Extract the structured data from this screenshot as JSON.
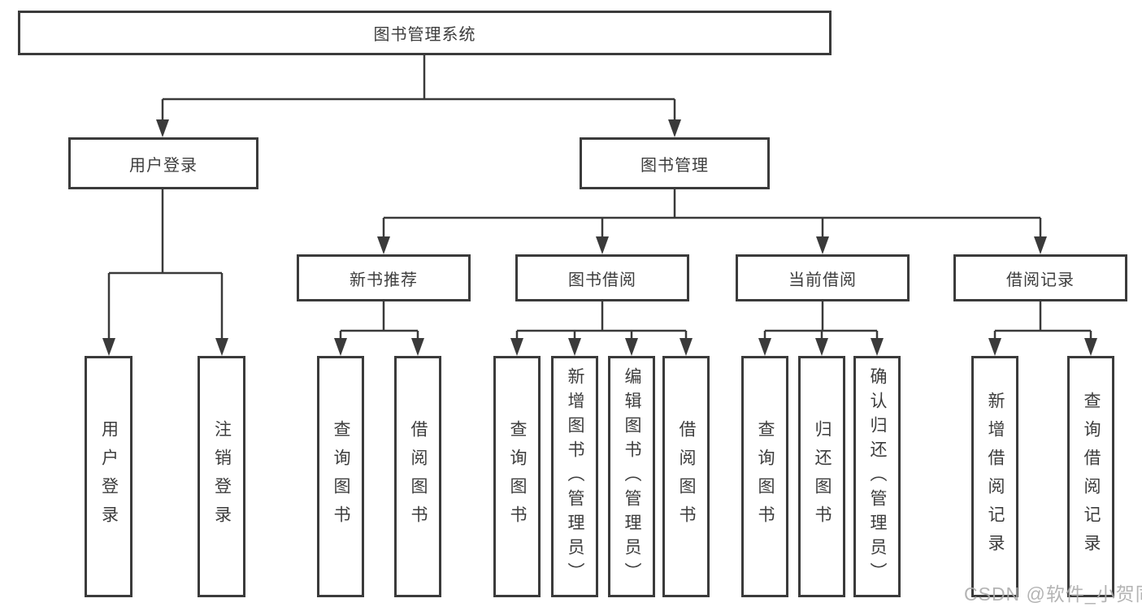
{
  "diagram": {
    "title": "图书管理系统",
    "type": "hierarchy-tree"
  },
  "nodes": {
    "root": {
      "label": "图书管理系统"
    },
    "user_login_branch": {
      "label": "用户登录"
    },
    "book_mgmt_branch": {
      "label": "图书管理"
    },
    "new_book_rec": {
      "label": "新书推荐"
    },
    "book_borrow": {
      "label": "图书借阅"
    },
    "current_borrow": {
      "label": "当前借阅"
    },
    "borrow_records": {
      "label": "借阅记录"
    },
    "leaves": {
      "user_login": {
        "label": "用户登录"
      },
      "logout": {
        "label": "注销登录"
      },
      "query_book_rec": {
        "label": "查询图书"
      },
      "borrow_book_rec": {
        "label": "借阅图书"
      },
      "query_book_borrow": {
        "label": "查询图书"
      },
      "add_book_admin": {
        "label": "新增图书（管理员）"
      },
      "edit_book_admin": {
        "label": "编辑图书（管理员）"
      },
      "borrow_book_borrow": {
        "label": "借阅图书"
      },
      "query_book_current": {
        "label": "查询图书"
      },
      "return_book": {
        "label": "归还图书"
      },
      "confirm_return_admin": {
        "label": "确认归还（管理员）"
      },
      "add_borrow_record": {
        "label": "新增借阅记录"
      },
      "query_borrow_record": {
        "label": "查询借阅记录"
      }
    }
  },
  "watermark": {
    "text": "CSDN @软件_小贺同学"
  },
  "colors": {
    "line": "#3a3a3a",
    "box_border": "#3b3b3b",
    "text": "#3d3d3d",
    "watermark": "#acacac",
    "background": "#ffffff"
  }
}
